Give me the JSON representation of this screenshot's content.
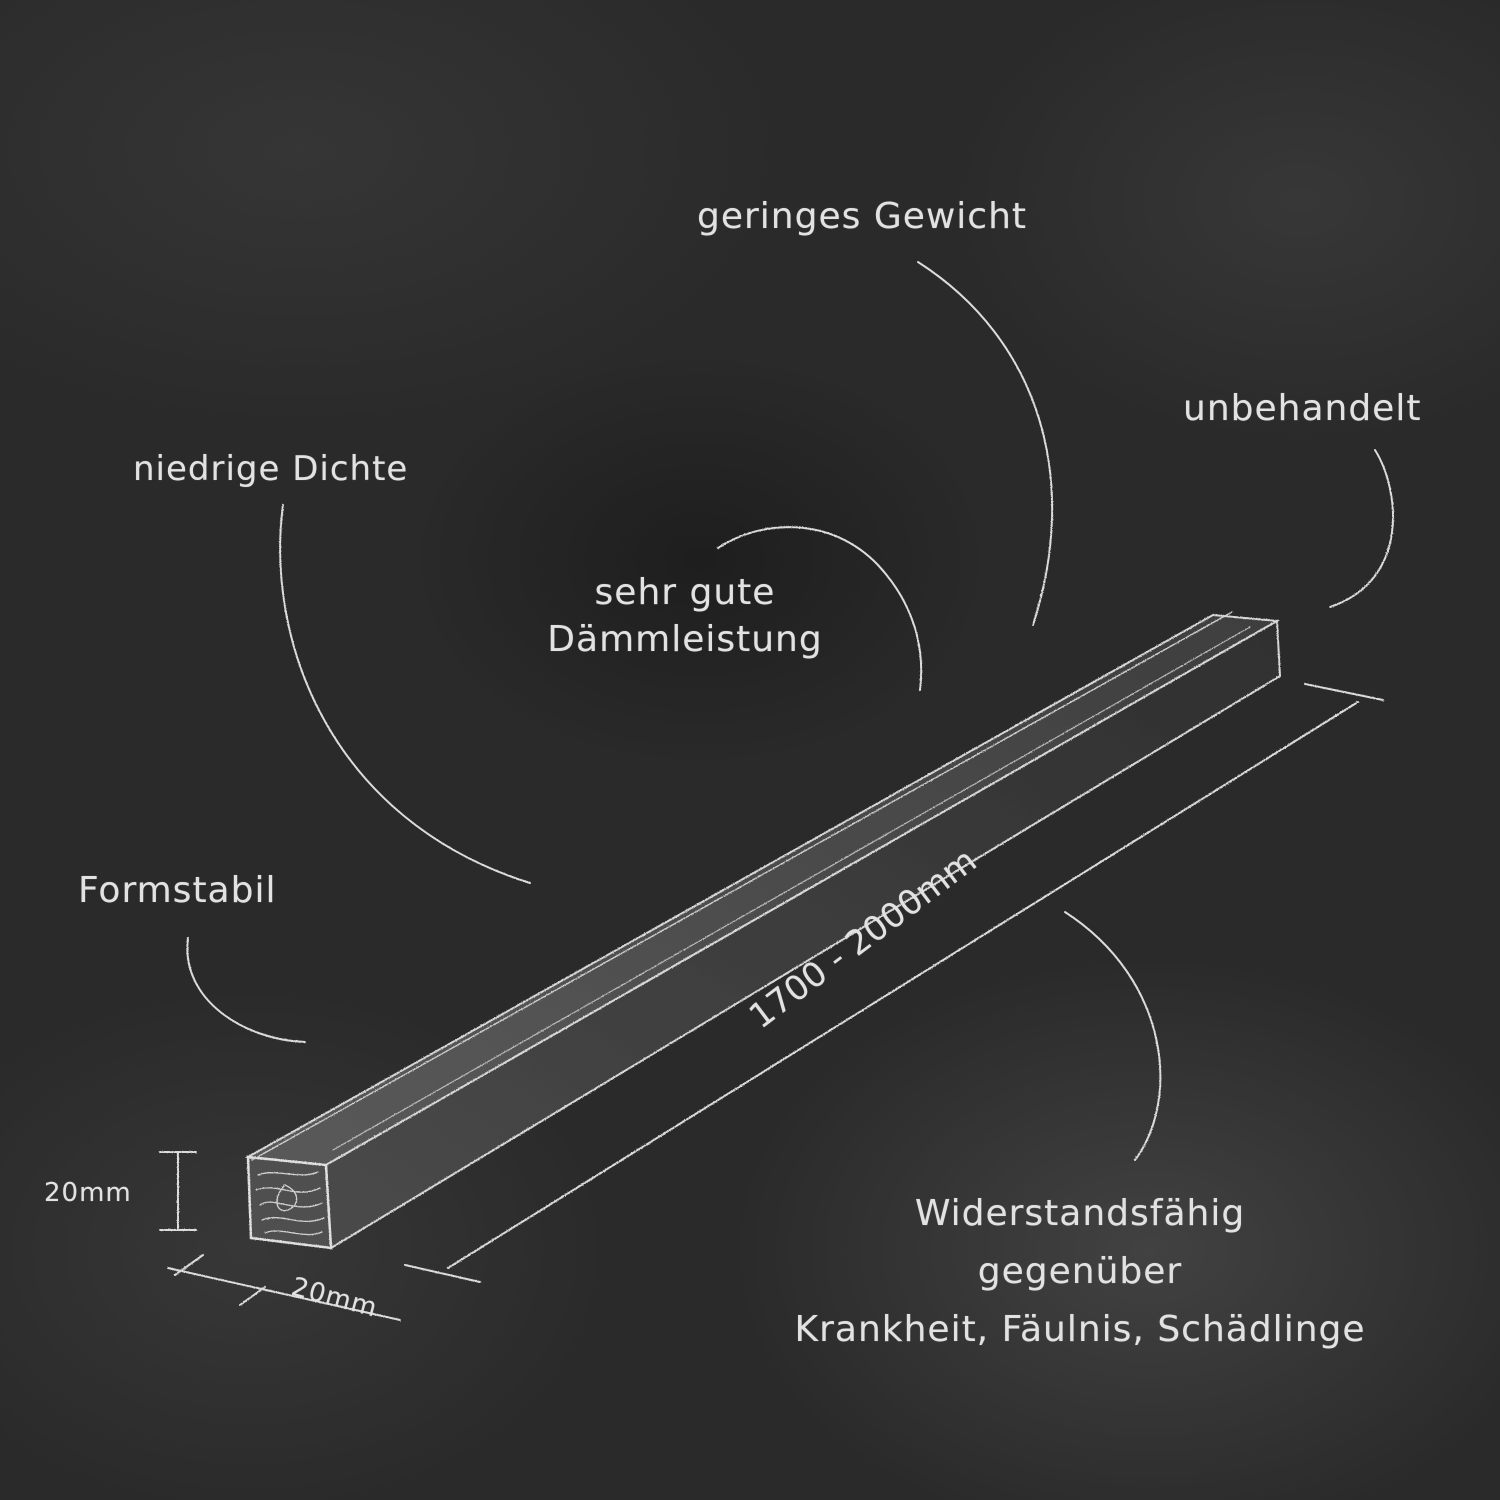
{
  "labels": {
    "geringes_gewicht": "geringes Gewicht",
    "unbehandelt": "unbehandelt",
    "niedrige_dichte": "niedrige Dichte",
    "daemmleistung_line1": "sehr gute",
    "daemmleistung_line2": "Dämmleistung",
    "formstabil": "Formstabil",
    "widerstand_line1": "Widerstandsfähig",
    "widerstand_line2": "gegenüber",
    "widerstand_line3": "Krankheit, Fäulnis, Schädlinge"
  },
  "dimensions": {
    "height": "20mm",
    "width": "20mm",
    "length": "1700 - 2000mm"
  },
  "colors": {
    "background": "#2a2a2a",
    "chalk": "#dcdcdc"
  }
}
